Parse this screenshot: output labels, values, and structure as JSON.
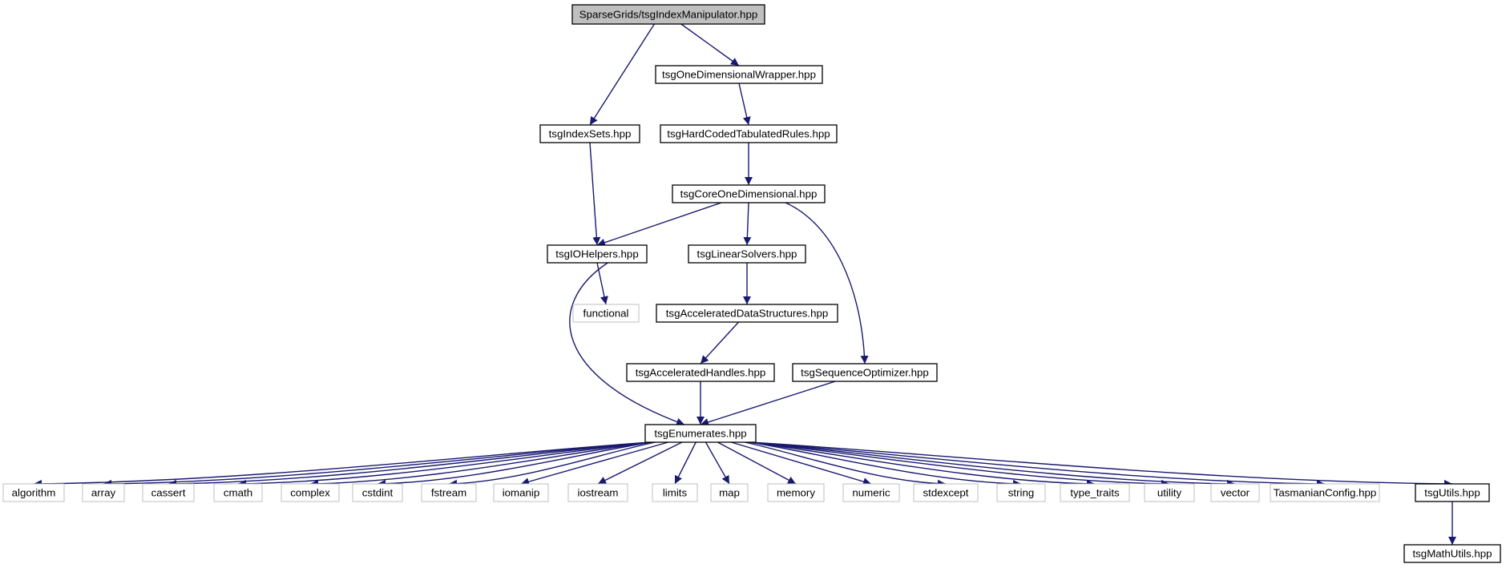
{
  "graph": {
    "root": "SparseGrids/tsgIndexManipulator.hpp",
    "nodes": [
      {
        "id": "root",
        "label": "SparseGrids/tsgIndexManipulator.hpp",
        "kind": "root"
      },
      {
        "id": "wrapper",
        "label": "tsgOneDimensionalWrapper.hpp",
        "kind": "project"
      },
      {
        "id": "indexsets",
        "label": "tsgIndexSets.hpp",
        "kind": "project"
      },
      {
        "id": "hardcoded",
        "label": "tsgHardCodedTabulatedRules.hpp",
        "kind": "project"
      },
      {
        "id": "core1d",
        "label": "tsgCoreOneDimensional.hpp",
        "kind": "project"
      },
      {
        "id": "iohelpers",
        "label": "tsgIOHelpers.hpp",
        "kind": "project"
      },
      {
        "id": "linsolvers",
        "label": "tsgLinearSolvers.hpp",
        "kind": "project"
      },
      {
        "id": "functional",
        "label": "functional",
        "kind": "system"
      },
      {
        "id": "accds",
        "label": "tsgAcceleratedDataStructures.hpp",
        "kind": "project"
      },
      {
        "id": "acchandles",
        "label": "tsgAcceleratedHandles.hpp",
        "kind": "project"
      },
      {
        "id": "seqopt",
        "label": "tsgSequenceOptimizer.hpp",
        "kind": "project"
      },
      {
        "id": "enumerates",
        "label": "tsgEnumerates.hpp",
        "kind": "project"
      },
      {
        "id": "algorithm",
        "label": "algorithm",
        "kind": "system"
      },
      {
        "id": "array",
        "label": "array",
        "kind": "system"
      },
      {
        "id": "cassert",
        "label": "cassert",
        "kind": "system"
      },
      {
        "id": "cmath",
        "label": "cmath",
        "kind": "system"
      },
      {
        "id": "complex",
        "label": "complex",
        "kind": "system"
      },
      {
        "id": "cstdint",
        "label": "cstdint",
        "kind": "system"
      },
      {
        "id": "fstream",
        "label": "fstream",
        "kind": "system"
      },
      {
        "id": "iomanip",
        "label": "iomanip",
        "kind": "system"
      },
      {
        "id": "iostream",
        "label": "iostream",
        "kind": "system"
      },
      {
        "id": "limits",
        "label": "limits",
        "kind": "system"
      },
      {
        "id": "map",
        "label": "map",
        "kind": "system"
      },
      {
        "id": "memory",
        "label": "memory",
        "kind": "system"
      },
      {
        "id": "numeric",
        "label": "numeric",
        "kind": "system"
      },
      {
        "id": "stdexcept",
        "label": "stdexcept",
        "kind": "system"
      },
      {
        "id": "string",
        "label": "string",
        "kind": "system"
      },
      {
        "id": "type_traits",
        "label": "type_traits",
        "kind": "system"
      },
      {
        "id": "utility",
        "label": "utility",
        "kind": "system"
      },
      {
        "id": "vector",
        "label": "vector",
        "kind": "system"
      },
      {
        "id": "tasconfig",
        "label": "TasmanianConfig.hpp",
        "kind": "system"
      },
      {
        "id": "utils",
        "label": "tsgUtils.hpp",
        "kind": "project"
      },
      {
        "id": "mathutils",
        "label": "tsgMathUtils.hpp",
        "kind": "project"
      }
    ],
    "edges": [
      [
        "root",
        "indexsets"
      ],
      [
        "root",
        "wrapper"
      ],
      [
        "wrapper",
        "hardcoded"
      ],
      [
        "hardcoded",
        "core1d"
      ],
      [
        "indexsets",
        "iohelpers"
      ],
      [
        "core1d",
        "iohelpers"
      ],
      [
        "core1d",
        "linsolvers"
      ],
      [
        "core1d",
        "seqopt"
      ],
      [
        "iohelpers",
        "functional"
      ],
      [
        "iohelpers",
        "enumerates"
      ],
      [
        "linsolvers",
        "accds"
      ],
      [
        "accds",
        "acchandles"
      ],
      [
        "acchandles",
        "enumerates"
      ],
      [
        "seqopt",
        "enumerates"
      ],
      [
        "enumerates",
        "algorithm"
      ],
      [
        "enumerates",
        "array"
      ],
      [
        "enumerates",
        "cassert"
      ],
      [
        "enumerates",
        "cmath"
      ],
      [
        "enumerates",
        "complex"
      ],
      [
        "enumerates",
        "cstdint"
      ],
      [
        "enumerates",
        "fstream"
      ],
      [
        "enumerates",
        "iomanip"
      ],
      [
        "enumerates",
        "iostream"
      ],
      [
        "enumerates",
        "limits"
      ],
      [
        "enumerates",
        "map"
      ],
      [
        "enumerates",
        "memory"
      ],
      [
        "enumerates",
        "numeric"
      ],
      [
        "enumerates",
        "stdexcept"
      ],
      [
        "enumerates",
        "string"
      ],
      [
        "enumerates",
        "type_traits"
      ],
      [
        "enumerates",
        "utility"
      ],
      [
        "enumerates",
        "vector"
      ],
      [
        "enumerates",
        "tasconfig"
      ],
      [
        "enumerates",
        "utils"
      ],
      [
        "utils",
        "mathutils"
      ]
    ],
    "colors": {
      "edge": "#191970",
      "project_border": "#000000",
      "system_border": "#bfbfbf",
      "root_fill": "#bfbfbf",
      "node_fill": "#ffffff"
    }
  }
}
